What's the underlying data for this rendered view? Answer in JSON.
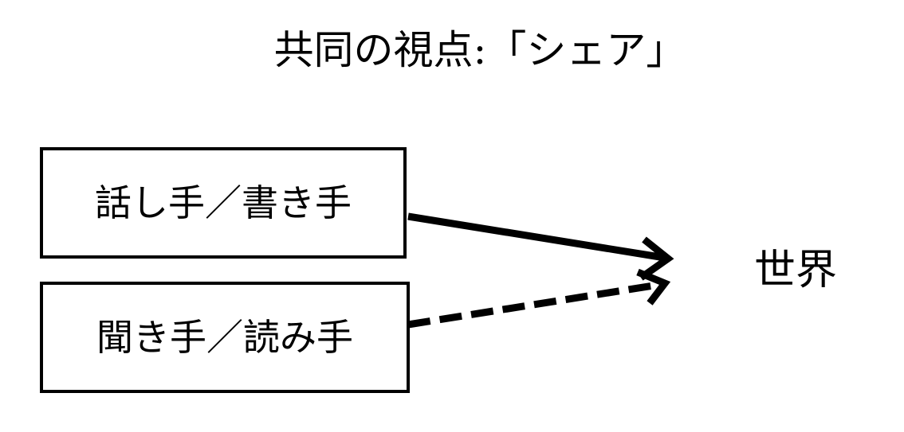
{
  "title": "共同の視点:「シェア」",
  "boxes": {
    "speaker": "話し手／書き手",
    "listener": "聞き手／読み手"
  },
  "target": "世界",
  "arrows": [
    {
      "from": "話し手／書き手",
      "to": "世界",
      "style": "solid"
    },
    {
      "from": "聞き手／読み手",
      "to": "世界",
      "style": "dashed"
    }
  ],
  "colors": {
    "stroke": "#000000",
    "background": "#ffffff"
  }
}
